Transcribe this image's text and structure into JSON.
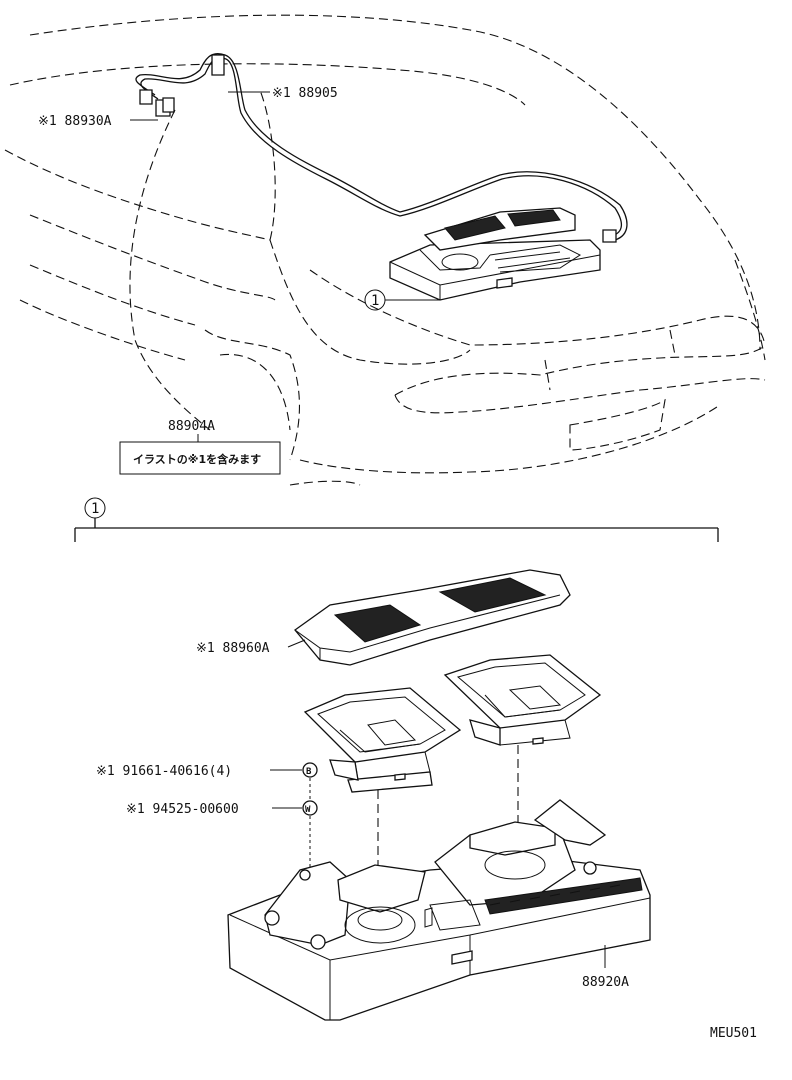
{
  "parts": {
    "p88905": "※1  88905",
    "p88930a": "※1  88930A",
    "p88904a": "88904A",
    "p88960a": "※1  88960A",
    "p91661": "※1  91661-40616(4)",
    "p94525": "※1  94525-00600",
    "p88920a": "88920A"
  },
  "note": "イラストの※1を含みます",
  "callouts": {
    "ref1_top": "1",
    "ref1_detail": "1"
  },
  "symbols": {
    "bolt": "B",
    "washer": "W"
  },
  "diagram_code": "MEU501"
}
